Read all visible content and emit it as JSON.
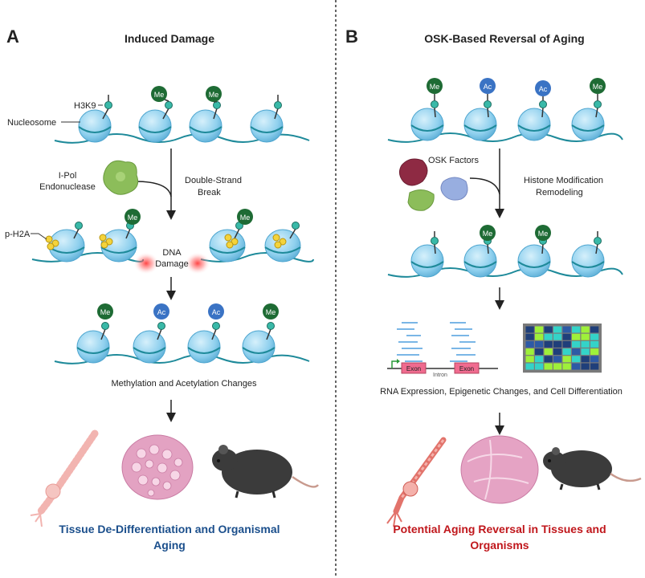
{
  "panel_a": {
    "letter": "A",
    "title": "Induced Damage",
    "labels": {
      "h3k9": "H3K9",
      "nucleosome": "Nucleosome",
      "ipol": "I-Pol",
      "endonuclease": "Endonuclease",
      "dsb_1": "Double-Strand",
      "dsb_2": "Break",
      "ph2a": "p-H2A",
      "dna_damage_1": "DNA",
      "dna_damage_2": "Damage",
      "me": "Me",
      "ac": "Ac",
      "meth_acet": "Methylation and Acetylation Changes",
      "outcome_1": "Tissue De-Differentiation and Organismal",
      "outcome_2": "Aging"
    },
    "row1_marks": [
      "none",
      "Me",
      "Me",
      "none"
    ],
    "row3_marks": [
      "Me",
      "Ac",
      "Ac",
      "Me"
    ],
    "colors": {
      "outcome": "#1b4f8c"
    }
  },
  "panel_b": {
    "letter": "B",
    "title": "OSK-Based Reversal of Aging",
    "labels": {
      "osk": "OSK Factors",
      "hist_mod_1": "Histone Modification",
      "hist_mod_2": "Remodeling",
      "exon_1": "Exon",
      "intron": "Intron",
      "exon_2": "Exon",
      "rna_expr": "RNA Expression, Epigenetic Changes, and Cell Differentiation",
      "outcome_1": "Potential Aging Reversal in Tissues and",
      "outcome_2": "Organisms",
      "me": "Me",
      "ac": "Ac"
    },
    "row1_marks": [
      "Me",
      "Ac",
      "Ac",
      "Me"
    ],
    "row2_marks": [
      "none",
      "Me",
      "Me",
      "none"
    ],
    "colors": {
      "outcome": "#c0161b"
    }
  },
  "colors": {
    "methyl": "#1e6b34",
    "acetyl": "#3a73c4",
    "nucleosome": "#8fd0ee",
    "dna": "#1e8a9a",
    "divider": "#333333"
  }
}
